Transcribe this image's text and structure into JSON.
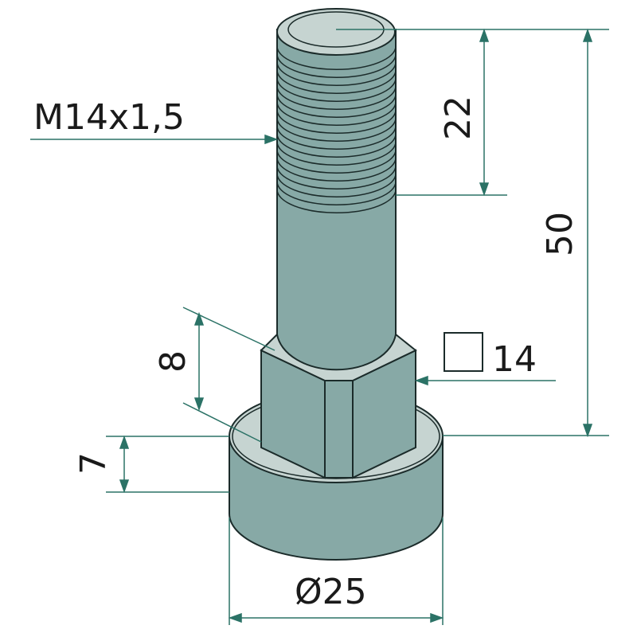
{
  "colors": {
    "body": "#87a9a6",
    "face": "#c6d4d1",
    "outline": "#1b2b2a",
    "dimension": "#2b7266"
  },
  "labels": {
    "thread": "M14x1,5",
    "thread_length": "22",
    "total_length": "50",
    "hex_height": "8",
    "hex_size": "14",
    "collar_height": "7",
    "diameter": "Ø25"
  }
}
